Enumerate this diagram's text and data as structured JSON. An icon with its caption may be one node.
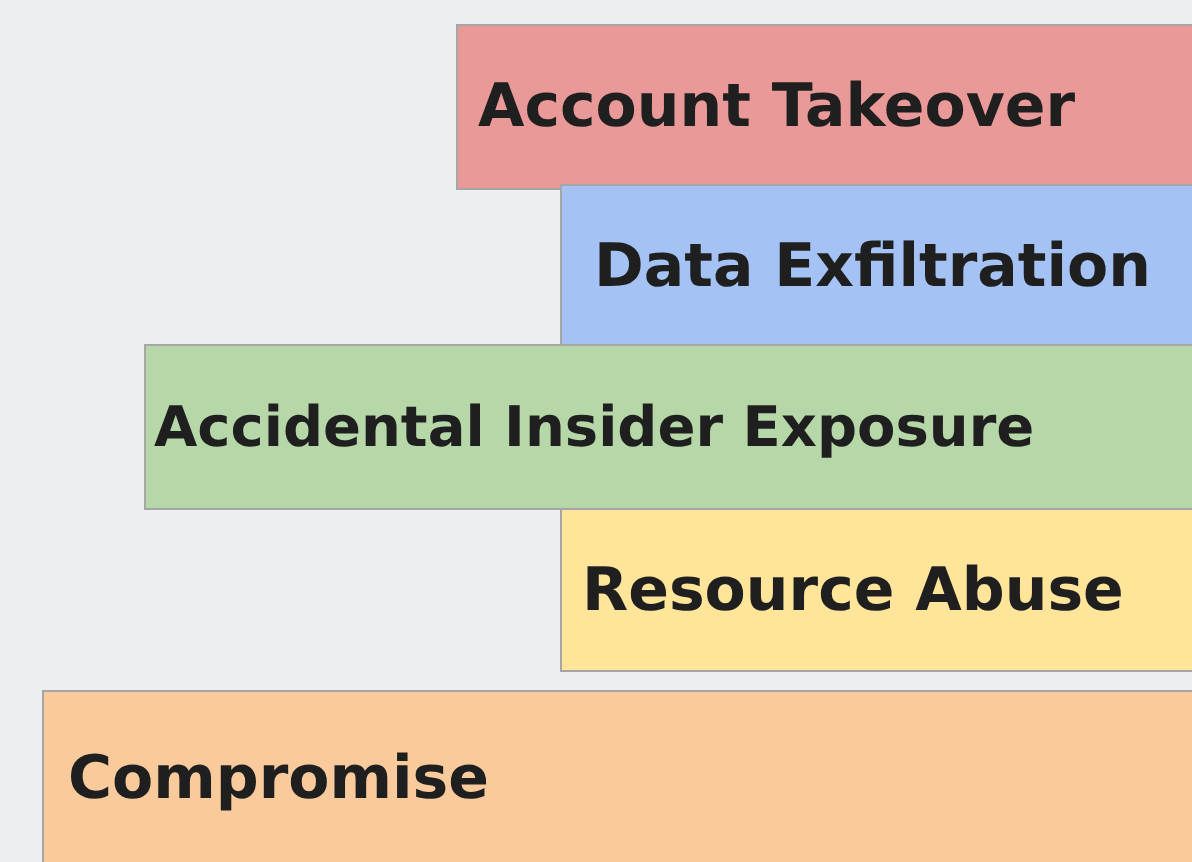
{
  "diagram": {
    "nodes": [
      {
        "text": [
          "Account Takeover"
        ]
      },
      {
        "text": [
          "Data Exfiltration"
        ]
      },
      {
        "text": [
          "Accidental Insider Exposure"
        ]
      },
      {
        "text": [
          "Resource Abuse"
        ]
      },
      {
        "text": [
          "Compromise"
        ]
      }
    ]
  }
}
